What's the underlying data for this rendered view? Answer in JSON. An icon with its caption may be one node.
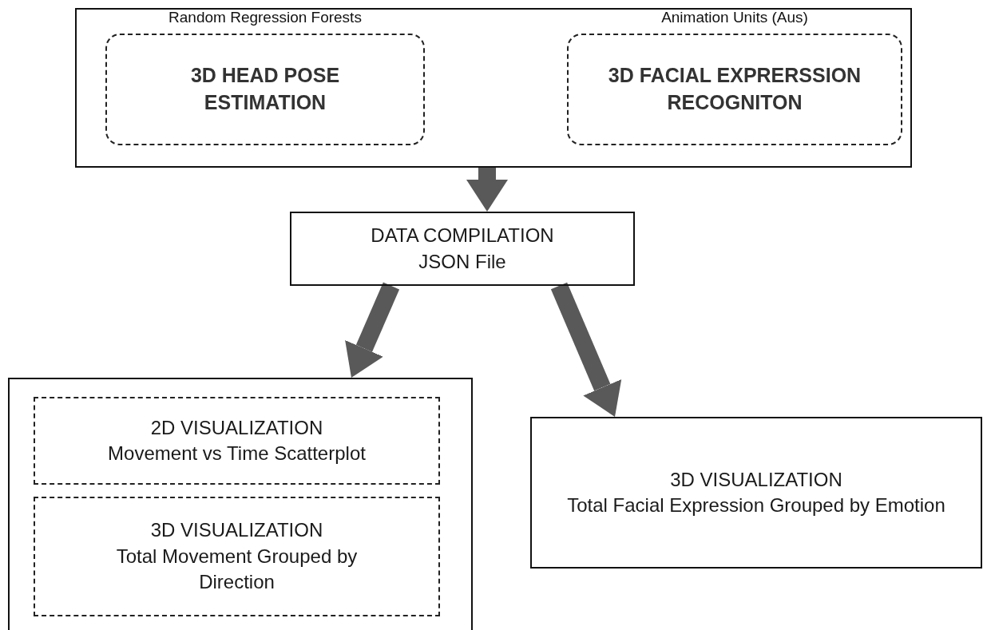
{
  "diagram": {
    "nodes": [
      {
        "text": [],
        "shape": "box"
      },
      {
        "text": [
          "Random Regression Forests",
          "3D HEAD POSE ESTIMATION"
        ],
        "in": 0
      },
      {
        "text": [
          "Animation Units (Aus)",
          "3D FACIAL EXPRERSSION RECOGNITON"
        ],
        "in": 0
      },
      {
        "text": [
          "DATA COMPILATION",
          "JSON File"
        ]
      },
      {
        "text": [],
        "shape": "box"
      },
      {
        "text": [
          "2D VISUALIZATION",
          "Movement vs Time Scatterplot"
        ],
        "in": 4
      },
      {
        "text": [
          "3D VISUALIZATION",
          "Total Movement Grouped by Direction"
        ],
        "in": 4
      },
      {
        "text": [
          "3D VISUALIZATION",
          "Total Facial Expression Grouped by Emotion"
        ]
      }
    ],
    "edges": [
      {
        "from": 0,
        "to": 3,
        "arrow": "to"
      },
      {
        "from": 3,
        "to": 4,
        "arrow": "to"
      },
      {
        "from": 3,
        "to": 7,
        "arrow": "to"
      }
    ]
  }
}
